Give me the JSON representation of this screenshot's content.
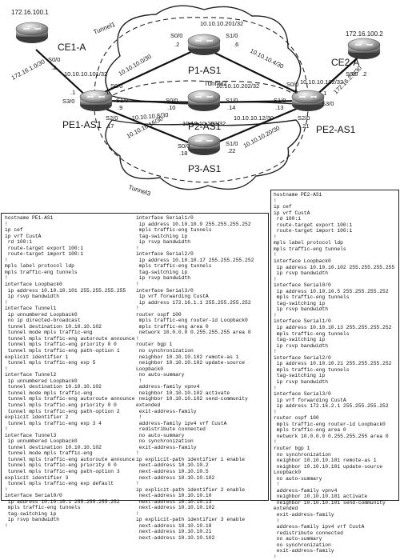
{
  "routers": [
    {
      "id": "ce1",
      "name": "CE1-A",
      "loopback": "172.16.100.1"
    },
    {
      "id": "pe1",
      "name": "PE1-AS1"
    },
    {
      "id": "p1",
      "name": "P1-AS1"
    },
    {
      "id": "p2",
      "name": "P2-AS1"
    },
    {
      "id": "p3",
      "name": "P3-AS1"
    },
    {
      "id": "pe2",
      "name": "PE2-AS1"
    },
    {
      "id": "ce2",
      "name": "CE2-A",
      "loopback": "172.16.100.2"
    }
  ],
  "tunnels": [
    "Tunnel1",
    "Tunnel2",
    "Tunnel3"
  ],
  "link_labels": {
    "ce1_s00": "S0/0",
    "ce1_dot2": ".2",
    "net_ce1_pe1": "172.16.1.0/30",
    "pe1_s30": "S3/0",
    "pe1_dot1": ".1",
    "pe1_lo": "10.10.10.101/32",
    "pe1_s00": "S0/0",
    "pe1_dot1b": ".1",
    "net_pe1_p1": "10.10.10.0/30",
    "p1_s00": "S0/0",
    "p1_dot2": ".2",
    "p1_lo": "10.10.10.201/32",
    "p1_s10": "S1/0",
    "p1_dot6": ".6",
    "net_p1_pe2": "10.10.10.4/30",
    "pe2_s00": "S0/0",
    "pe2_dot5": ".5",
    "pe1_s10": "S1/0",
    "pe1_dot9": ".9",
    "net_pe1_p2": "10.10.10.8/30",
    "p2_s00": "S0/0",
    "p2_dot10": ".10",
    "p2_lo": "10.10.10.202/32",
    "p2_s10": "S1/0",
    "p2_dot14": ".14",
    "net_p2_pe2": "10.10.10.12/30",
    "pe2_s10": "S1/0",
    "pe2_dot13": ".13",
    "pe1_s20": "S2/0",
    "pe1_dot17": ".17",
    "net_pe1_p3": "10.10.10.16/30",
    "p3_s00": "S0/0",
    "p3_dot18": ".18",
    "p3_lo": "10.10.10.203/32",
    "p3_s10": "S1/0",
    "p3_dot22": ".22",
    "net_p3_pe2": "10.10.10.20/30",
    "pe2_s20": "S2/0",
    "pe2_dot21": ".21",
    "pe2_lo": "10.10.10.102/32",
    "pe2_s30": "S3/0",
    "pe2_dot1": ".1",
    "net_pe2_ce2": "172.16.2.0/30",
    "ce2_s00": "S0/0",
    "ce2_dot2": ".2"
  },
  "configs": {
    "pe1_col1": "hostname PE1-AS1\n!\nip cef\nip vrf CustA\n rd 100:1\n route-target export 100:1\n route-target import 100:1\n!\nmpls label protocol ldp\nmpls traffic-eng tunnels\n!\ninterface Loopback0\n ip address 10.10.10.101 255.255.255.255\n ip rsvp bandwidth\n!\ninterface Tunnel1\n ip unnumbered Loopback0\n no ip directed-broadcast\n tunnel destination 10.10.10.102\n tunnel mode mpls traffic-eng\n tunnel mpls traffic-eng autoroute announce\n tunnel mpls traffic-eng priority 0 0\n tunnel mpls traffic-eng path-option 1\nexplicit identifier 1\n tunnel mpls traffic-eng exp 5\n!\ninterface Tunnel2\n ip unnumbered Loopback0\n tunnel destination 10.10.10.102\n tunnel mode mpls traffic-eng\n tunnel mpls traffic-eng autoroute announce\n tunnel mpls traffic-eng priority 0 0\n tunnel mpls traffic-eng path-option 2\nexplicit identifier 2\n tunnel mpls traffic-eng exp 3 4\n!\ninterface Tunnel3\n ip unnumbered Loopback0\n tunnel destination 10.10.10.102\n tunnel mode mpls traffic-eng\n tunnel mpls traffic-eng autoroute announce\n tunnel mpls traffic-eng priority 0 0\n tunnel mpls traffic-eng path-option 3\nexplicit identifier 3\n tunnel mpls traffic-eng exp default\n!\ninterface Serial0/0\n ip address 10.10.10.1 255.255.255.252\n mpls traffic-eng tunnels\n tag-switching ip\n ip rsvp bandwidth\n!",
    "pe1_col2": "interface Serial1/0\n ip address 10.10.10.9 255.255.255.252\n mpls traffic-eng tunnels\n tag-switching ip\n ip rsvp bandwidth\n!\ninterface Serial2/0\n ip address 10.10.10.17 255.255.255.252\n mpls traffic-eng tunnels\n tag-switching ip\n ip rsvp bandwidth\n!\ninterface Serial3/0\n ip vrf forwarding CustA\n ip address 172.16.1.1 255.255.255.252\n!\nrouter ospf 100\n mpls traffic-eng router-id Loopback0\n mpls traffic-eng area 0\n network 10.0.0.0 0.255.255.255 area 0\n!\nrouter bgp 1\n no synchronization\n neighbor 10.10.10.102 remote-as 1\n neighbor 10.10.10.102 update-source\nLoopback0\n no auto-summary\n !\n address-family vpnv4\n neighbor 10.10.10.102 activate\n neighbor 10.10.10.102 send-community\nextended\n exit-address-family\n !\n address-family ipv4 vrf CustA\n redistribute connected\n no auto-summary\n no synchronization\n exit-address-family\n!\nip explicit-path identifier 1 enable\n next-address 10.10.10.2\n next-address 10.10.10.5\n next-address 10.10.10.102\n!\nip explicit-path identifier 2 enable\n next-address 10.10.10.10\n next-address 10.10.10.13\n next-address 10.10.10.102\n!\nip explicit-path identifier 3 enable\n next-address 10.10.10.18\n next-address 10.10.10.21\n next-address 10.10.10.102",
    "pe2": "hostname PE2-AS1\n!\nip cef\nip vrf CustA\n rd 100:1\n route-target export 100:1\n route-target import 100:1\n!\nmpls label protocol ldp\nmpls traffic-eng tunnels\n!\ninterface Loopback0\n ip address 10.10.10.102 255.255.255.255\n ip rsvp bandwidth\n!\ninterface Serial0/0\n ip address 10.10.10.5 255.255.255.252\n mpls traffic-eng tunnels\n tag-switching ip\n ip rsvp bandwidth\n!\ninterface Serial1/0\n ip address 10.10.10.13 255.255.255.252\n mpls traffic-eng tunnels\n tag-switching ip\n ip rsvp bandwidth\n!\ninterface Serial2/0\n ip address 10.10.10.21 255.255.255.252\n mpls traffic-eng tunnels\n tag-switching ip\n ip rsvp bandwidth\n!\ninterface Serial3/0\n ip vrf forwarding CustA\n ip address 172.16.2.1 255.255.255.252\n!\nrouter ospf 100\n mpls traffic-eng router-id Loopback0\n mpls traffic-eng area 0\n network 10.0.0.0 0.255.255.255 area 0\n!\nrouter bgp 1\n no synchronization\n neighbor 10.10.10.101 remote-as 1\n neighbor 10.10.10.101 update-source\nLoopback0\n no auto-summary\n !\n address-family vpnv4\n neighbor 10.10.10.101 activate\n neighbor 10.10.10.101 send-community\nextended\n exit-address-family\n !\n address-family ipv4 vrf CustA\n redistribute connected\n no auto-summary\n no synchronization\n exit-address-family\n!"
  }
}
